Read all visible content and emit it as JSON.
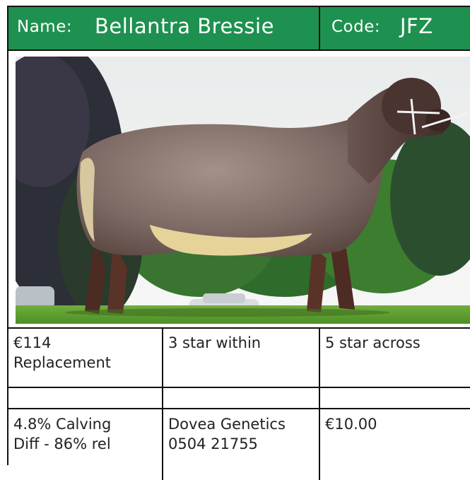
{
  "header": {
    "name_label": "Name:",
    "name_value": "Bellantra Bressie",
    "code_label": "Code:",
    "code_value": "JFZ"
  },
  "colors": {
    "header_bg": "#1e9150",
    "header_text": "#ffffff",
    "border": "#111111"
  },
  "photo": {
    "subject": "bull-photo"
  },
  "grid": {
    "row1": {
      "col1": [
        "€114",
        "Replacement"
      ],
      "col2": "3 star within",
      "col3": "5 star across"
    },
    "row2": {
      "col1": "",
      "col2": "",
      "col3": ""
    },
    "row3": {
      "col1": [
        "4.8% Calving",
        "Diff - 86% rel"
      ],
      "col2": [
        "Dovea Genetics",
        "0504 21755"
      ],
      "col3": "€10.00"
    }
  }
}
